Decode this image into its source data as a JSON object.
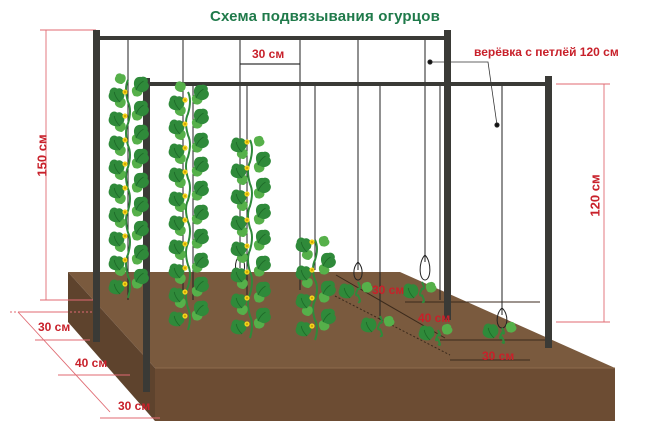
{
  "title": "Схема подвязывания огурцов",
  "labels": {
    "height_outer": "150 см",
    "height_inner": "120 см",
    "top_spacing": "30 см",
    "rope_note": "верёвка с петлёй 120 см",
    "bed_row1": "30 см",
    "bed_row2": "40 см",
    "bed_row3": "30 см",
    "bed_plot_a": "30 см",
    "bed_plot_b": "40 см",
    "bed_plot_c": "30 см"
  },
  "colors": {
    "title": "#1f7a4a",
    "label_red": "#c8202a",
    "soil_top": "#7a5a3e",
    "soil_side": "#5e432d",
    "soil_front": "#6c4c33",
    "post": "#3a3a36",
    "leaf": "#2f8a3a",
    "leaf_light": "#56b04a",
    "flower": "#f3d21a",
    "dim_line": "#e06a72"
  },
  "icons": [
    "cucumber-plant",
    "flower",
    "rope-loop"
  ]
}
